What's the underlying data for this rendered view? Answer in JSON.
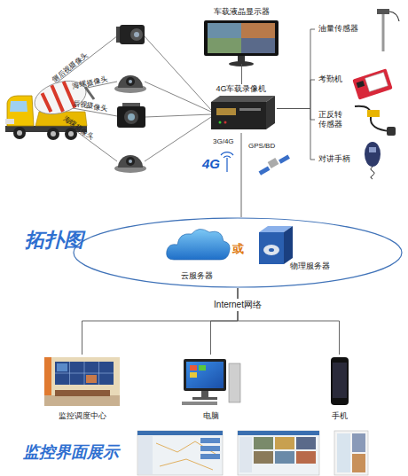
{
  "diagram": {
    "nodes": [
      {
        "text": [
          "车载液晶显示器"
        ]
      },
      {
        "text": [
          "4G车载录像机"
        ]
      },
      {
        "text": [
          "油量传感器"
        ]
      },
      {
        "text": [
          "考勤机"
        ]
      },
      {
        "text": [
          "正反转 传感器"
        ]
      },
      {
        "text": [
          "对讲手柄"
        ]
      },
      {
        "text": [
          "或"
        ]
      },
      {
        "text": [
          "云服务器"
        ],
        "in": 6
      },
      {
        "text": [
          "物理服务器"
        ],
        "in": 6
      },
      {
        "text": [
          "监控调度中心"
        ]
      },
      {
        "text": [
          "电脑"
        ]
      },
      {
        "text": [
          "手机"
        ]
      }
    ],
    "edges": [
      {
        "from": 0,
        "to": 1,
        "arrow": "none"
      },
      {
        "from": 1,
        "to": 2,
        "arrow": "none"
      },
      {
        "from": 1,
        "to": 3,
        "arrow": "none"
      },
      {
        "from": 1,
        "to": 4,
        "arrow": "none"
      },
      {
        "from": 1,
        "to": 5,
        "arrow": "none"
      },
      {
        "from": 1,
        "to": 6,
        "arrow": "none"
      },
      {
        "from": 6,
        "to": 9,
        "arrow": "none"
      },
      {
        "from": 6,
        "to": 10,
        "label": "Internet网络",
        "arrow": "none"
      },
      {
        "from": 6,
        "to": 11,
        "arrow": "none"
      }
    ],
    "labels": [
      "侧后视摄像头",
      "海螺摄像头",
      "后视摄像头",
      "海螺摄像头",
      "3G/4G",
      "4G",
      "GPS/BD",
      "拓扑图",
      "监控界面展示"
    ]
  }
}
